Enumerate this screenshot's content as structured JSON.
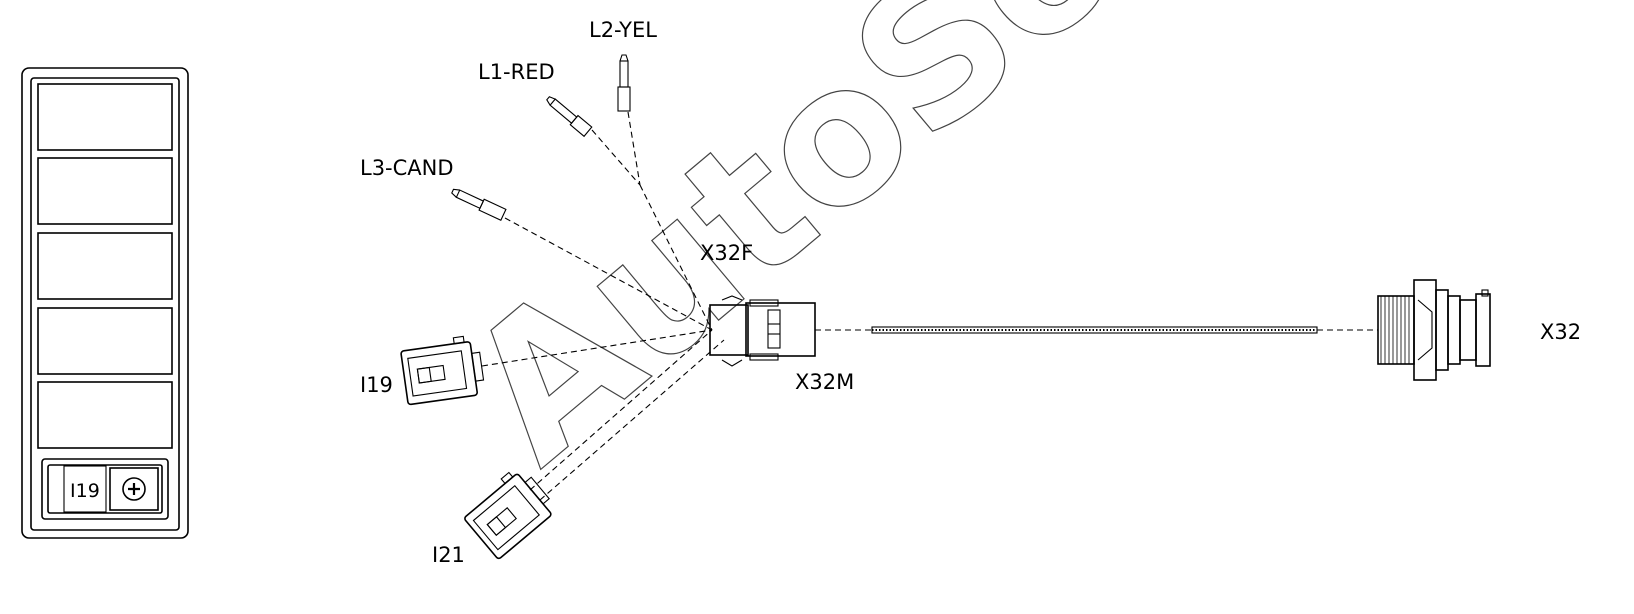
{
  "watermark": "AutoSoft",
  "labels": {
    "l1": "L1-RED",
    "l2": "L2-YEL",
    "l3": "L3-CAND",
    "x32f": "X32F",
    "x32m": "X32M",
    "x32": "X32",
    "i19": "I19",
    "i21": "I21"
  },
  "switch_panel": {
    "switch_label": "I19"
  }
}
